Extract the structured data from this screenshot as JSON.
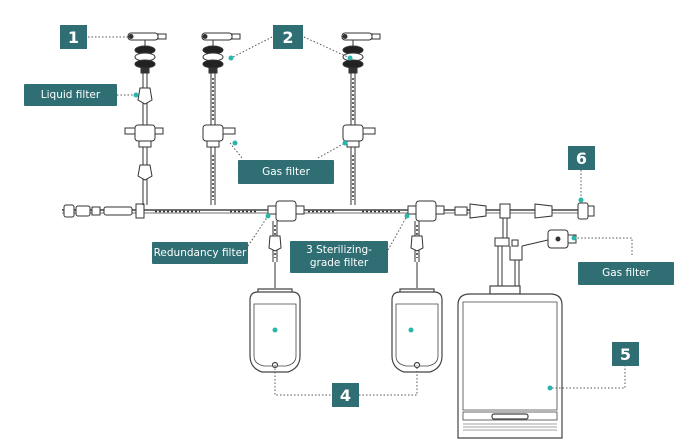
{
  "badges": {
    "b1": "1",
    "b2": "2",
    "b4": "4",
    "b5": "5",
    "b6": "6"
  },
  "labels": {
    "liquid_filter": "Liquid filter",
    "gas_filter_top": "Gas filter",
    "redundancy_filter": "Redundancy filter",
    "sterilizing_filter": "3 Sterilizing-grade filter",
    "gas_filter_right": "Gas filter"
  },
  "colors": {
    "badge": "#2f6e73",
    "leader_dot": "#2bb5ad",
    "line": "#555555"
  }
}
